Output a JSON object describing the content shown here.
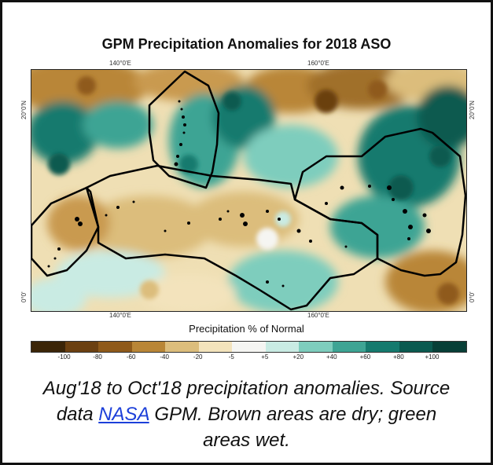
{
  "title": "GPM Precipitation Anomalies for 2018 ASO",
  "axes": {
    "top_lon": [
      "140°0'E",
      "160°0'E"
    ],
    "bottom_lon": [
      "140°0'E",
      "160°0'E"
    ],
    "left_lat": [
      "20°0'N",
      "0°0'"
    ],
    "right_lat": [
      "20°0'N",
      "0°0'"
    ]
  },
  "legend": {
    "title": "Precipitation % of Normal",
    "colors": [
      "#3b2508",
      "#6b4011",
      "#8f5a1a",
      "#b98637",
      "#dcbd7c",
      "#f3e3bc",
      "#f5f5f2",
      "#c9ebe3",
      "#7ecdbd",
      "#3ea494",
      "#157a6e",
      "#0b5a50",
      "#083f37"
    ],
    "ticks": [
      "-100",
      "-80",
      "-60",
      "-40",
      "-20",
      "-5",
      "+5",
      "+20",
      "+40",
      "+60",
      "+80",
      "+100"
    ]
  },
  "caption": {
    "line1": "Aug'18 to Oct'18 precipitation anomalies. Source",
    "data_prefix": "data ",
    "link_text": "NASA",
    "after_link": " GPM.  Brown areas are dry; green",
    "line3": "areas wet."
  }
}
